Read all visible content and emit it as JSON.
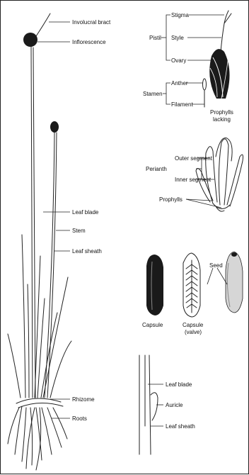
{
  "plant_labels": {
    "involucral_bract": "Involucral bract",
    "inflorescence": "Inflorescence",
    "leaf_blade": "Leaf blade",
    "stem": "Stem",
    "leaf_sheath": "Leaf sheath",
    "rhizome": "Rhizome",
    "roots": "Roots"
  },
  "flower_labels": {
    "pistil": "Pistil",
    "stigma": "Stigma",
    "style": "Style",
    "ovary": "Ovary",
    "stamen": "Stamen",
    "anther": "Anther",
    "filament": "Filament",
    "prophylls_lacking_1": "Prophylls",
    "prophylls_lacking_2": "lacking"
  },
  "perianth_labels": {
    "perianth": "Perianth",
    "outer_segment": "Outer segment",
    "inner_segment": "Inner segment",
    "prophylls": "Prophylls"
  },
  "fruit_labels": {
    "capsule": "Capsule",
    "capsule_valve_1": "Capsule",
    "capsule_valve_2": "(valve)",
    "seed": "Seed"
  },
  "leaf_detail_labels": {
    "leaf_blade": "Leaf blade",
    "auricle": "Auricle",
    "leaf_sheath": "Leaf sheath"
  },
  "colors": {
    "ink": "#1a1a1a",
    "background": "#ffffff"
  }
}
